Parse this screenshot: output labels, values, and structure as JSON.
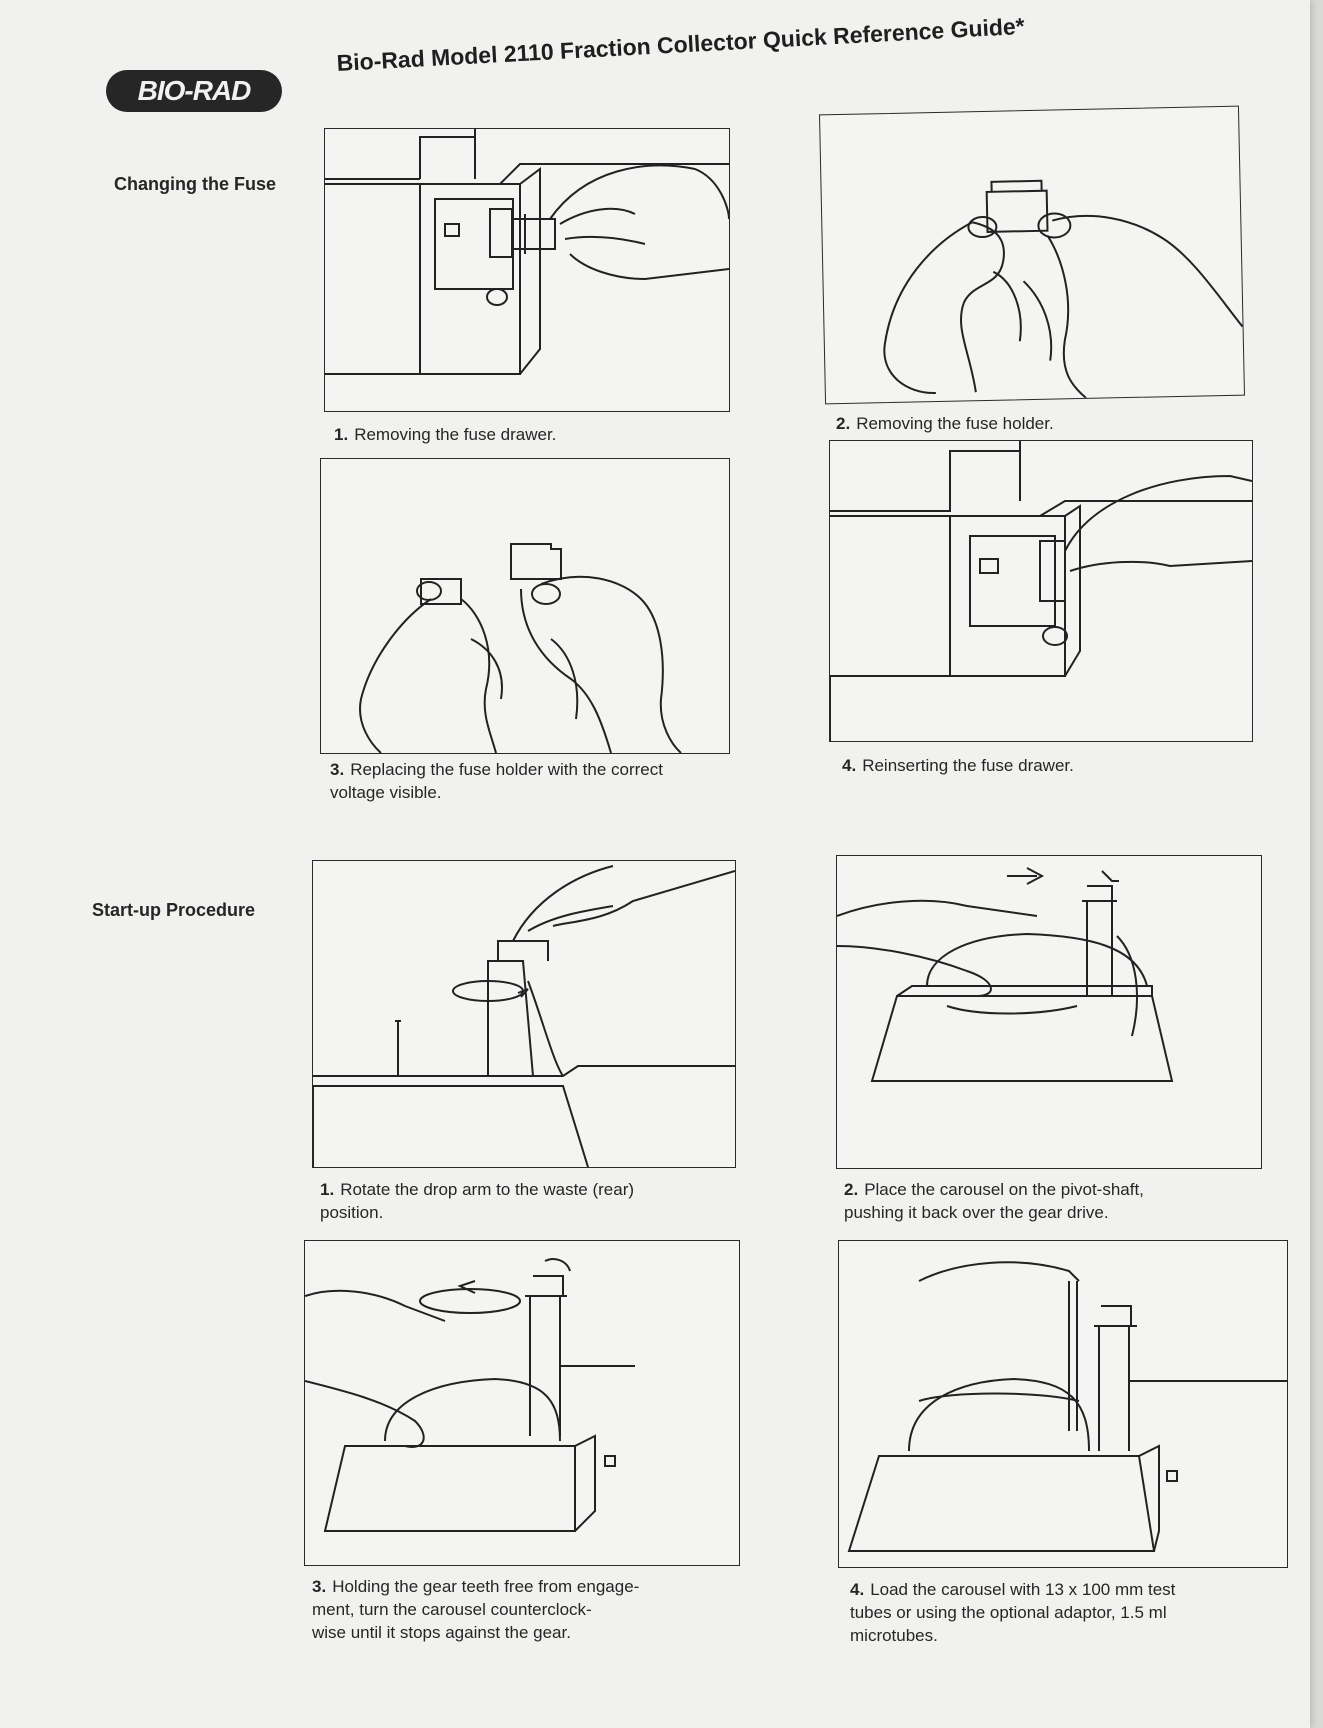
{
  "header": {
    "logo_text": "BIO-RAD",
    "title": "Bio-Rad Model 2110 Fraction Collector Quick Reference Guide*"
  },
  "sections": {
    "fuse": {
      "label": "Changing the Fuse",
      "steps": [
        {
          "num": "1.",
          "text": "Removing the fuse drawer."
        },
        {
          "num": "2.",
          "text": "Removing the fuse holder."
        },
        {
          "num": "3.",
          "text": "Replacing the fuse holder with the correct\nvoltage visible."
        },
        {
          "num": "4.",
          "text": "Reinserting the fuse drawer."
        }
      ]
    },
    "startup": {
      "label": "Start-up Procedure",
      "steps": [
        {
          "num": "1.",
          "text": "Rotate the drop arm to the waste (rear)\nposition."
        },
        {
          "num": "2.",
          "text": "Place the carousel on the pivot-shaft,\npushing it back over the gear drive."
        },
        {
          "num": "3.",
          "text": "Holding the gear teeth free from engage-\nment, turn the carousel counterclock-\nwise until it stops against the gear."
        },
        {
          "num": "4.",
          "text": "Load the carousel with 13 x 100 mm test\ntubes or using the optional adaptor, 1.5 ml\nmicrotubes."
        }
      ]
    }
  },
  "colors": {
    "ink": "#262626",
    "paper": "#f1f1ef"
  }
}
